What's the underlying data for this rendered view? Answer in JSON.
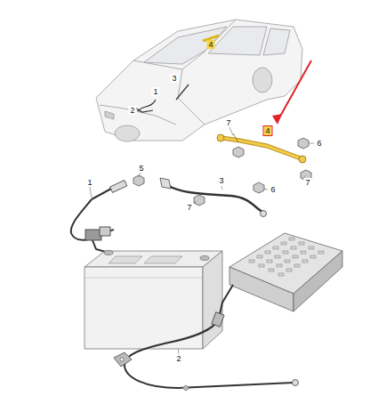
{
  "diagram": {
    "labels": [
      "4",
      "3",
      "1",
      "2",
      "7",
      "4",
      "6",
      "7",
      "5",
      "1",
      "7",
      "3",
      "6",
      "2"
    ]
  }
}
